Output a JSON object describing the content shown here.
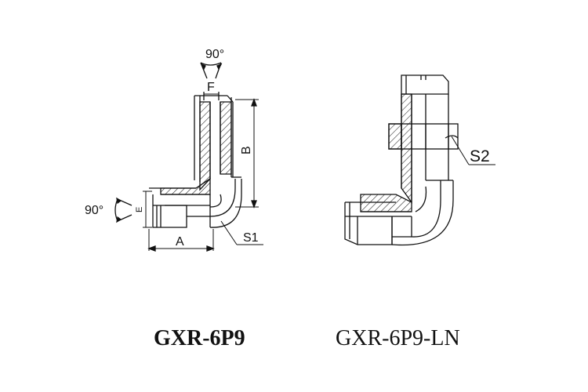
{
  "figure": {
    "left": {
      "caption": "GXR-6P9",
      "labels": {
        "angle_top": "90°",
        "hex_top": "F",
        "dim_b": "B",
        "angle_left": "90°",
        "hex_left": "E",
        "dim_a": "A",
        "wrench": "S1"
      }
    },
    "right": {
      "caption": "GXR-6P9-LN",
      "labels": {
        "wrench": "S2"
      }
    }
  }
}
